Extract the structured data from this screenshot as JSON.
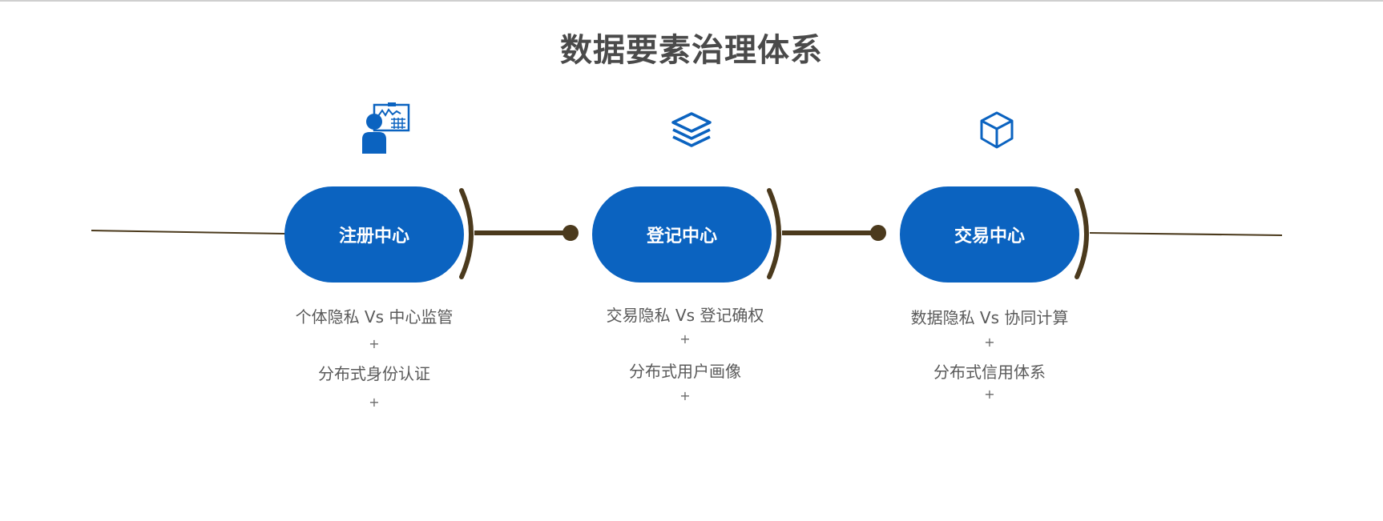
{
  "title": "数据要素治理体系",
  "colors": {
    "accent": "#0b63c0",
    "connector": "#4b3a1d",
    "title": "#4a4a4a",
    "text": "#5a5a5a"
  },
  "stages": [
    {
      "icon": "presenter-chart-icon",
      "label": "注册中心",
      "line1": "个体隐私 Vs 中心监管",
      "plus1": "+",
      "line2": "分布式身份认证",
      "plus2": "+"
    },
    {
      "icon": "layers-icon",
      "label": "登记中心",
      "line1": "交易隐私 Vs 登记确权",
      "plus1": "+",
      "line2": "分布式用户画像",
      "plus2": "+"
    },
    {
      "icon": "cube-icon",
      "label": "交易中心",
      "line1": "数据隐私 Vs 协同计算",
      "plus1": "+",
      "line2": "分布式信用体系",
      "plus2": "+"
    }
  ]
}
